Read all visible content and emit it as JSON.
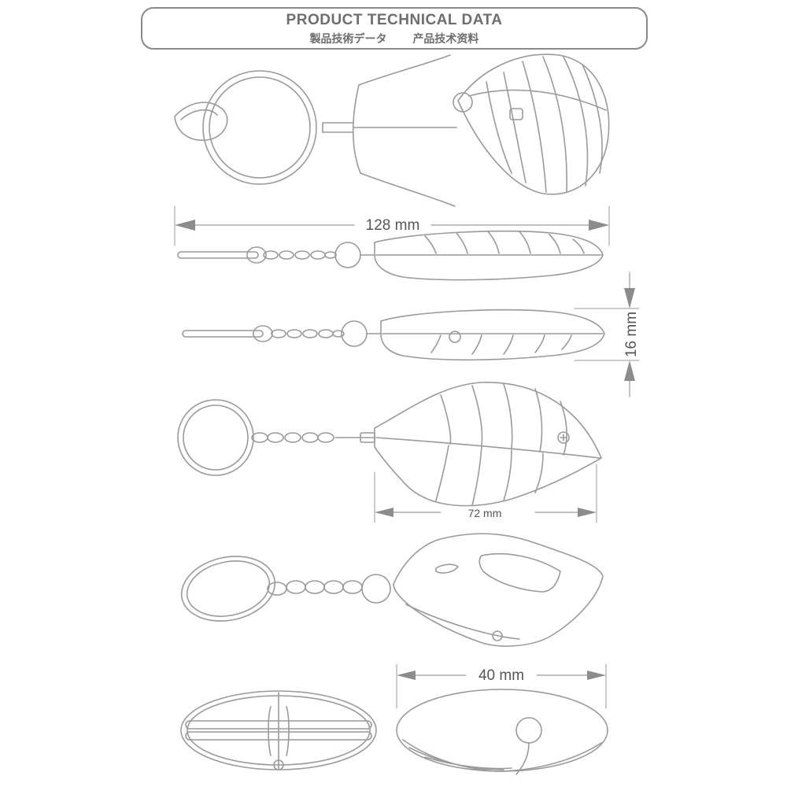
{
  "header": {
    "title": "PRODUCT TECHNICAL DATA",
    "subtitle_jp": "製品技術データ",
    "subtitle_cn": "产品技术资料"
  },
  "dimensions": {
    "total_length": "128 mm",
    "thickness": "16 mm",
    "body_length": "72 mm",
    "body_width": "40 mm"
  },
  "colors": {
    "line": "#9a9a9a",
    "arrow": "#8c8c8c",
    "text": "#555555"
  }
}
